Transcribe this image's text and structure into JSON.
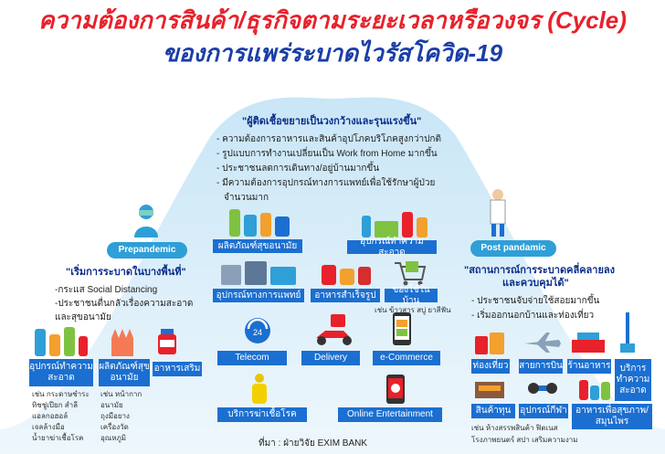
{
  "title_line1": "ความต้องการสินค้า/ธุรกิจตามระยะเวลาหรือวงจร (Cycle)",
  "title_line2": "ของการแพร่ระบาดไวรัสโควิด-19",
  "peak": {
    "header": "\"ผู้ติดเชื้อขยายเป็นวงกว้างและรุนแรงขึ้น\"",
    "bullets": [
      "- ความต้องการอาหารและสินค้าอุปโภคบริโภคสูงกว่าปกติ",
      "- รูปแบบการทำงานเปลี่ยนเป็น Work from Home มากขึ้น",
      "- ประชาชนลดการเดินทาง/อยู่บ้านมากขึ้น",
      "- มีความต้องการอุปกรณ์ทางการแพทย์เพื่อใช้รักษาผู้ป่วย",
      "จำนวนมาก"
    ],
    "items": {
      "hygiene": "ผลิตภัณฑ์สุขอนามัย",
      "cleaning": "อุปกรณ์ทำความสะอาด",
      "medical": "อุปกรณ์ทางการแพทย์",
      "ready_food": "อาหารสำเร็จรูป",
      "household": "ของใช้ในบ้าน",
      "household_note": "เช่น ข้าวสาร สบู่ ยาสีฟัน",
      "telecom": "Telecom",
      "delivery": "Delivery",
      "ecommerce": "e-Commerce",
      "disinfection": "บริการฆ่าเชื้อโรค",
      "entertainment": "Online Entertainment"
    }
  },
  "prepandemic": {
    "pill": "Prepandemic",
    "header": "\"เริ่มการระบาดในบางพื้นที่\"",
    "bullets": [
      "-กระแส Social Distancing",
      "-ประชาชนตื่นกลัวเรื่องความสะอาด",
      "และสุขอนามัย"
    ],
    "items": [
      {
        "label": "อุปกรณ์ทำความสะอาด",
        "note": [
          "เช่น กระดาษชำระ",
          "ทิชชู่เปียก สำลี",
          "แอลกอฮอล์",
          "เจลล้างมือ",
          "น้ำยาฆ่าเชื้อโรค"
        ]
      },
      {
        "label": "ผลิตภัณฑ์สุขอนามัย",
        "note": [
          "เช่น หน้ากาก",
          "อนามัย",
          "ถุงมือยาง",
          "เครื่องวัด",
          "อุณหภูมิ"
        ]
      },
      {
        "label": "อาหารเสริม",
        "note": []
      }
    ]
  },
  "postpandemic": {
    "pill": "Post pandamic",
    "header": "\"สถานการณ์การระบาดคลี่คลายลง",
    "header2": "และควบคุมได้\"",
    "bullets": [
      "- ประชาชนจับจ่ายใช้สอยมากขึ้น",
      "- เริ่มออกนอกบ้านและท่องเที่ยว"
    ],
    "items": {
      "travel": "ท่องเที่ยว",
      "airline": "สายการบิน",
      "restaurant": "ร้านอาหาร",
      "cleaning_service": "บริการทำความสะอาด",
      "goods": "สินค้าทุน",
      "sports": "อุปกรณ์กีฬา",
      "health_food": "อาหารเพื่อสุขภาพ/สมุนไพร",
      "note": [
        "เช่น ห้างสรรพสินค้า ฟิตเนส",
        "โรงภาพยนตร์ สปา เสริมความงาม"
      ]
    }
  },
  "source": "ที่มา : ฝ่ายวิจัย EXIM BANK",
  "colors": {
    "title_red": "#e8212b",
    "title_blue": "#1a3ea8",
    "label_blue": "#1b6fd0",
    "pill_blue": "#2f9fd7",
    "bell": "#d7ecf8"
  }
}
